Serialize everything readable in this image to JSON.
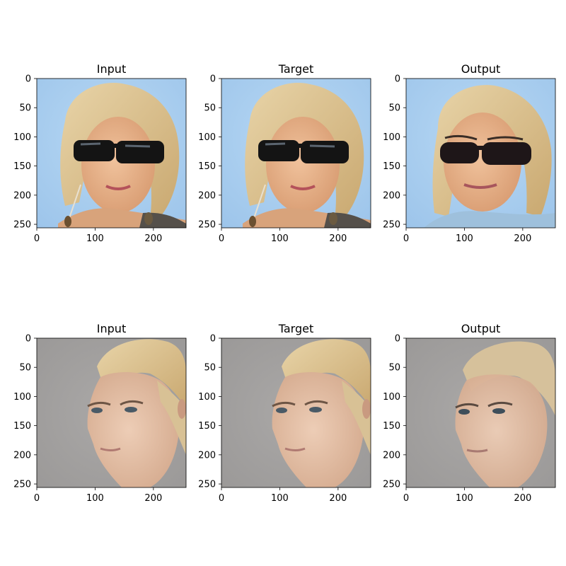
{
  "figure": {
    "panels": [
      {
        "title": "Input",
        "row": 0,
        "col": 0,
        "scene": "blonde-woman-sunglasses"
      },
      {
        "title": "Target",
        "row": 0,
        "col": 1,
        "scene": "blonde-woman-sunglasses"
      },
      {
        "title": "Output",
        "row": 0,
        "col": 2,
        "scene": "blonde-woman-sunglasses-generated"
      },
      {
        "title": "Input",
        "row": 1,
        "col": 0,
        "scene": "woman-profile-grey-background"
      },
      {
        "title": "Target",
        "row": 1,
        "col": 1,
        "scene": "woman-profile-grey-background"
      },
      {
        "title": "Output",
        "row": 1,
        "col": 2,
        "scene": "woman-profile-grey-background-generated"
      }
    ],
    "axes": {
      "x_ticks": [
        "0",
        "100",
        "200"
      ],
      "y_ticks": [
        "0",
        "50",
        "100",
        "150",
        "200",
        "250"
      ],
      "x_tick_values": [
        0,
        100,
        200
      ],
      "y_tick_values": [
        0,
        50,
        100,
        150,
        200,
        250
      ],
      "extent": [
        0,
        256
      ]
    },
    "colors": {
      "sky": "#a9cdee",
      "grey_bg": "#a3a1a0",
      "hair_blonde": "#d9c08c",
      "skin": "#e7b48c",
      "sunglasses": "#141414"
    }
  }
}
